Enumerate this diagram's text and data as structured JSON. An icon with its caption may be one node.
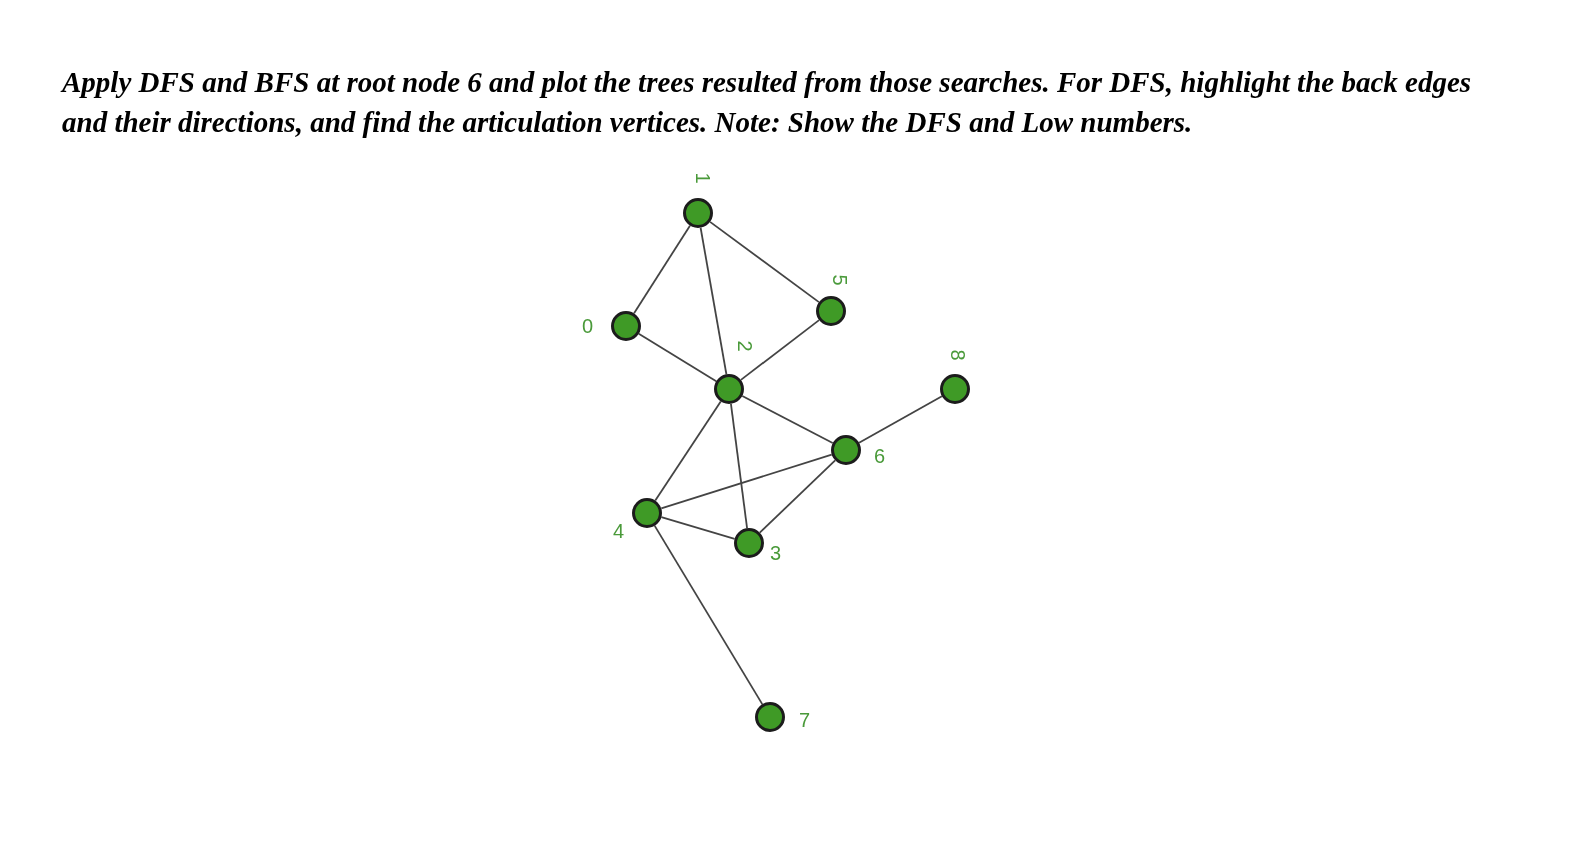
{
  "diagram": {
    "title": "Apply DFS and BFS at root node 6 and plot the trees resulted from those searches. For DFS, highlight the back edges and their directions, and find the articulation vertices. Note: Show the DFS and Low numbers.",
    "nodes": [
      {
        "text": [],
        "shape": "circle",
        "beside": [
          "1"
        ]
      },
      {
        "text": [],
        "shape": "circle",
        "beside": [
          "0"
        ]
      },
      {
        "text": [],
        "shape": "circle",
        "beside": [
          "5"
        ]
      },
      {
        "text": [],
        "shape": "circle",
        "beside": [
          "2"
        ]
      },
      {
        "text": [],
        "shape": "circle",
        "beside": [
          "8"
        ]
      },
      {
        "text": [],
        "shape": "circle",
        "beside": [
          "6"
        ]
      },
      {
        "text": [],
        "shape": "circle",
        "beside": [
          "4"
        ]
      },
      {
        "text": [],
        "shape": "circle",
        "beside": [
          "3"
        ]
      },
      {
        "text": [],
        "shape": "circle",
        "beside": [
          "7"
        ]
      }
    ],
    "edges": [
      {
        "from": 0,
        "to": 1,
        "arrow": "none"
      },
      {
        "from": 0,
        "to": 3,
        "arrow": "none"
      },
      {
        "from": 0,
        "to": 2,
        "arrow": "none"
      },
      {
        "from": 1,
        "to": 3,
        "arrow": "none"
      },
      {
        "from": 2,
        "to": 3,
        "arrow": "none"
      },
      {
        "from": 3,
        "to": 5,
        "arrow": "none"
      },
      {
        "from": 3,
        "to": 6,
        "arrow": "none"
      },
      {
        "from": 3,
        "to": 7,
        "arrow": "none"
      },
      {
        "from": 6,
        "to": 5,
        "arrow": "none"
      },
      {
        "from": 6,
        "to": 7,
        "arrow": "none"
      },
      {
        "from": 7,
        "to": 5,
        "arrow": "none"
      },
      {
        "from": 5,
        "to": 4,
        "arrow": "none"
      },
      {
        "from": 6,
        "to": 8,
        "arrow": "none"
      }
    ]
  }
}
